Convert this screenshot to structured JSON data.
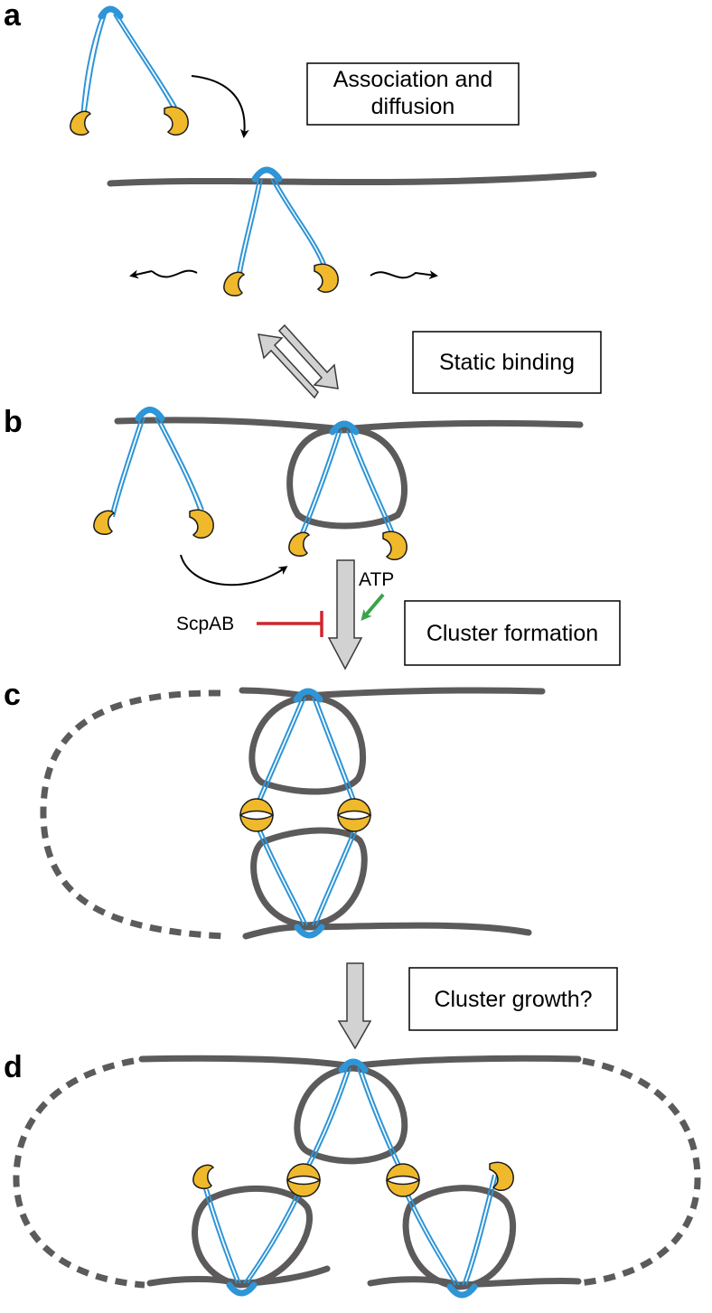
{
  "figure": {
    "panels": {
      "a": {
        "letter": "a",
        "caption_line1": "Association and",
        "caption_line2": "diffusion"
      },
      "static": {
        "caption": "Static binding"
      },
      "b": {
        "letter": "b",
        "atp_label": "ATP",
        "inhibitor_label": "ScpAB",
        "caption": "Cluster formation"
      },
      "c": {
        "letter": "c",
        "caption": "Cluster growth?"
      },
      "d": {
        "letter": "d"
      }
    },
    "colors": {
      "dna": "#5c5a5a",
      "smc_arm": "#2e95d6",
      "hinge": "#2e95d6",
      "head": "#f0b92b",
      "head_outline": "#1a1a1a",
      "arrow_fill": "#d2d2d2",
      "atp_arrow": "#3aa24a",
      "inhibit": "#d0262d"
    }
  }
}
